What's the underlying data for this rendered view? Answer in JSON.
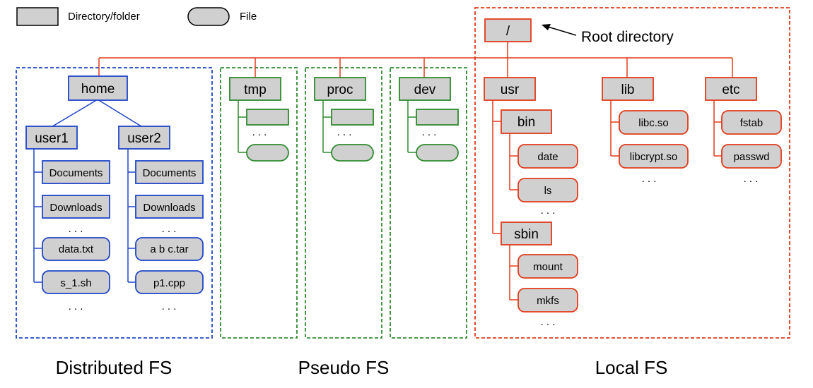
{
  "legend": {
    "folder_label": "Directory/folder",
    "file_label": "File"
  },
  "root": {
    "label": "/",
    "annotation": "Root directory"
  },
  "regions": {
    "distributed": "Distributed FS",
    "pseudo": "Pseudo FS",
    "local": "Local FS"
  },
  "ellipsis": ". . .",
  "distributed": {
    "home": "home",
    "user1": {
      "name": "user1",
      "folders": [
        "Documents",
        "Downloads"
      ],
      "files": [
        "data.txt",
        "s_1.sh"
      ]
    },
    "user2": {
      "name": "user2",
      "folders": [
        "Documents",
        "Downloads"
      ],
      "files": [
        "a b c.tar",
        "p1.cpp"
      ]
    }
  },
  "pseudo": {
    "dirs": [
      "tmp",
      "proc",
      "dev"
    ]
  },
  "local": {
    "usr": "usr",
    "bin": {
      "name": "bin",
      "files": [
        "date",
        "ls"
      ]
    },
    "sbin": {
      "name": "sbin",
      "files": [
        "mount",
        "mkfs"
      ]
    },
    "lib": {
      "name": "lib",
      "files": [
        "libc.so",
        "libcrypt.so"
      ]
    },
    "etc": {
      "name": "etc",
      "files": [
        "fstab",
        "passwd"
      ]
    }
  },
  "colors": {
    "blue": "#1f45c8",
    "green": "#2e8b2e",
    "red": "#e23a1a",
    "fill": "#d0d0d0"
  }
}
